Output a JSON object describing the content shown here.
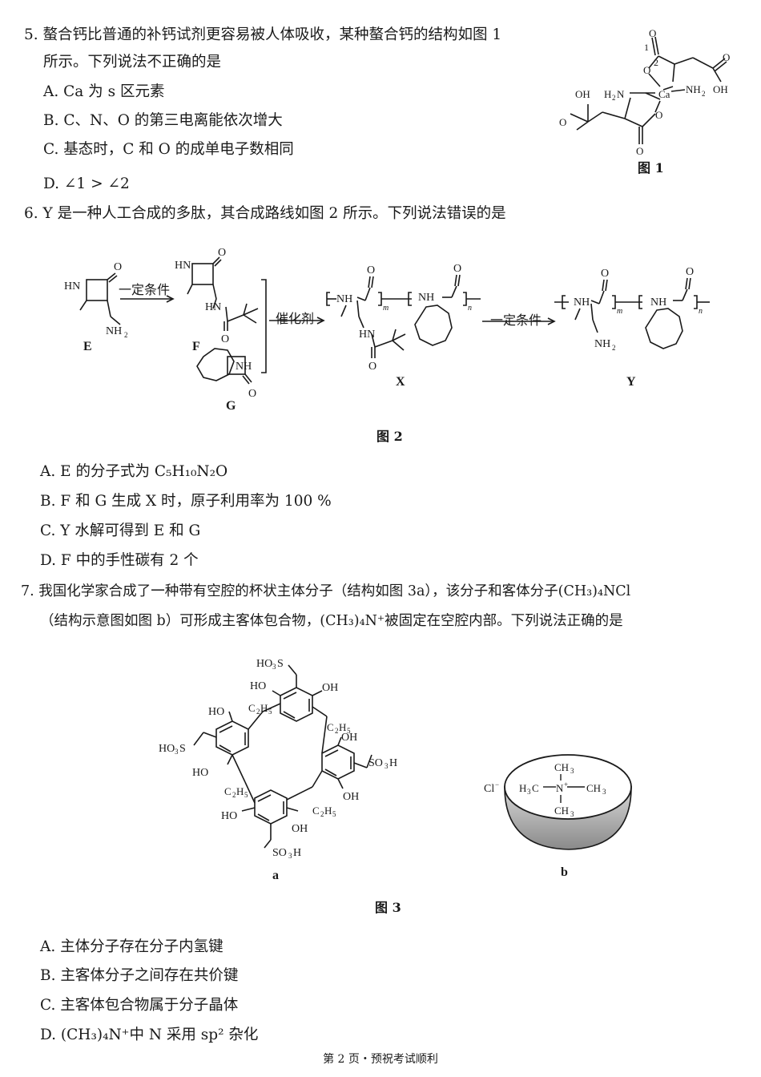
{
  "q5": {
    "stem_line1": "5. 螯合钙比普通的补钙试剂更容易被人体吸收，某种螯合钙的结构如图 1",
    "stem_line2": "所示。下列说法不正确的是",
    "options": [
      "A. Ca 为 s 区元素",
      "B. C、N、O 的第三电离能依次增大",
      "C. 基态时，C 和 O 的成单电子数相同",
      "D. ∠1 > ∠2"
    ],
    "figure_caption": "图 1"
  },
  "q6": {
    "stem": "6. Y 是一种人工合成的多肽，其合成路线如图 2 所示。下列说法错误的是",
    "arrow_condition_1": "一定条件",
    "arrow_catalyst": "催化剂",
    "arrow_condition_2": "一定条件",
    "compound_labels": [
      "E",
      "F",
      "G",
      "X",
      "Y"
    ],
    "figure_caption": "图 2",
    "options": [
      "A. E 的分子式为 C₅H₁₀N₂O",
      "B. F 和 G 生成 X 时，原子利用率为 100 %",
      "C. Y 水解可得到 E 和 G",
      "D. F 中的手性碳有 2 个"
    ]
  },
  "q7": {
    "stem_line1": "7. 我国化学家合成了一种带有空腔的杯状主体分子（结构如图 3a），该分子和客体分子(CH₃)₄NCl",
    "stem_line2": "（结构示意图如图 b）可形成主客体包合物，(CH₃)₄N⁺被固定在空腔内部。下列说法正确的是",
    "sub_labels": [
      "a",
      "b"
    ],
    "figure_caption": "图 3",
    "options": [
      "A. 主体分子存在分子内氢键",
      "B. 主客体分子之间存在共价键",
      "C. 主客体包合物属于分子晶体",
      "D. (CH₃)₄N⁺中 N 采用 sp² 杂化"
    ]
  },
  "footer": "第 2 页・预祝考试顺利"
}
